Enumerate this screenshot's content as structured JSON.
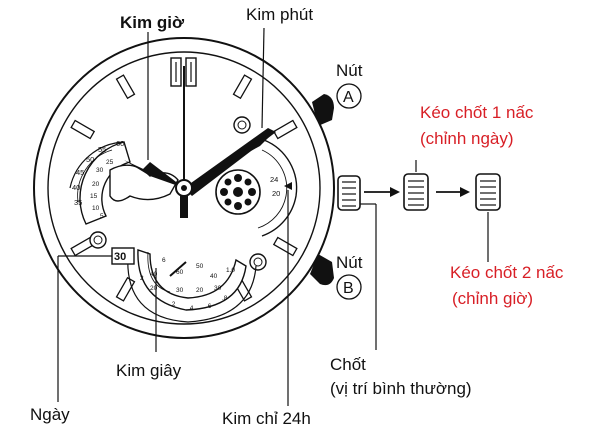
{
  "labels": {
    "hour_hand": "Kim giờ",
    "minute_hand": "Kim phút",
    "button_a_title": "Nút",
    "button_a_letter": "A",
    "button_b_title": "Nút",
    "button_b_letter": "B",
    "pull_one_line1": "Kéo chốt 1 nấc",
    "pull_one_line2": "(chỉnh ngày)",
    "pull_two_line1": "Kéo chốt 2 nấc",
    "pull_two_line2": "(chỉnh giờ)",
    "crown_line1": "Chốt",
    "crown_line2": "(vị trí bình thường)",
    "second_hand": "Kim giây",
    "date": "Ngày",
    "hand_24h": "Kim chỉ 24h"
  },
  "dial": {
    "date_value": "30",
    "minute_subdial_marks": [
      "60",
      "55",
      "50",
      "45",
      "40",
      "35",
      "30",
      "25",
      "20",
      "15",
      "10",
      "5"
    ],
    "lower_subdial_marks": [
      "60",
      "50",
      "40",
      "30",
      "20",
      "10",
      "1.0",
      ".8",
      ".6",
      ".4",
      ".2",
      "2"
    ],
    "hour24_subdial_marks": [
      "24",
      "20"
    ]
  },
  "colors": {
    "red_label": "#d81f26",
    "ink": "#111111"
  }
}
